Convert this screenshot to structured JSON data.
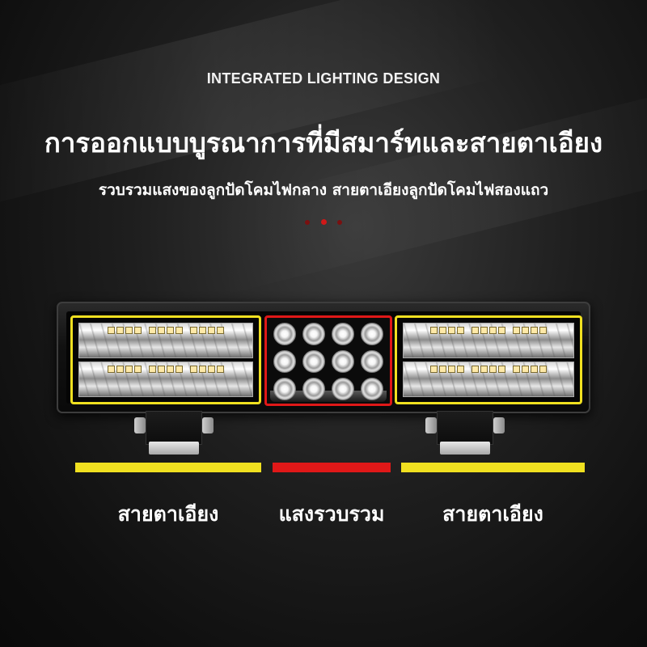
{
  "header": {
    "headline": "INTEGRATED LIGHTING DESIGN",
    "title": "การออกแบบบูรณาการที่มีสมาร์ทและสายตาเอียง",
    "subtitle": "รวบรวมแสงของลูกปัดโคมไฟกลาง สายตาเอียงลูกปัดโคมไฟสองแถว"
  },
  "colors": {
    "yellow_zone": "#f0e020",
    "red_zone": "#e01818",
    "dot_red": "#d01818",
    "dot_dark_red": "#7a1010"
  },
  "zones": {
    "left": {
      "label": "สายตาเอียง",
      "color": "#f0e020"
    },
    "center": {
      "label": "แสงรวบรวม",
      "color": "#e01818"
    },
    "right": {
      "label": "สายตาเอียง",
      "color": "#f0e020"
    }
  }
}
